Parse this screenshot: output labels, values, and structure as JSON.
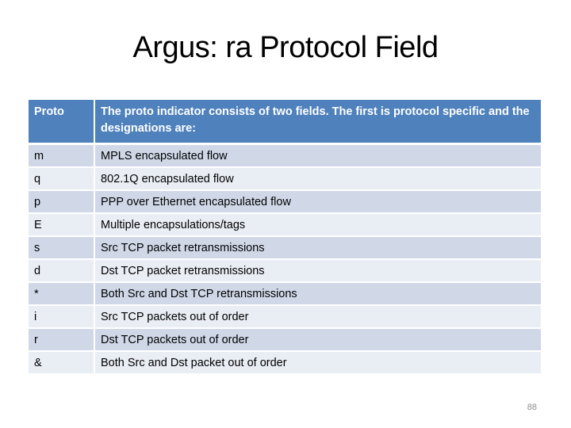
{
  "slide": {
    "title": "Argus: ra Protocol Field",
    "page_number": "88"
  },
  "table": {
    "headers": [
      "Proto",
      "The proto indicator consists of two fields. The first is protocol specific and the designations are:"
    ],
    "rows": [
      {
        "code": "m",
        "description": "MPLS encapsulated flow"
      },
      {
        "code": "q",
        "description": "802.1Q encapsulated flow"
      },
      {
        "code": "p",
        "description": "PPP over Ethernet encapsulated flow"
      },
      {
        "code": "E",
        "description": "Multiple encapsulations/tags"
      },
      {
        "code": "s",
        "description": "Src TCP packet retransmissions"
      },
      {
        "code": "d",
        "description": "Dst TCP packet retransmissions"
      },
      {
        "code": "*",
        "description": "Both Src and Dst TCP retransmissions"
      },
      {
        "code": "i",
        "description": "Src TCP packets out of order"
      },
      {
        "code": "r",
        "description": "Dst TCP packets out of order"
      },
      {
        "code": "&",
        "description": "Both Src and Dst packet out of order"
      }
    ]
  },
  "colors": {
    "header_bg": "#4f81bd",
    "row_odd_bg": "#d0d8e8",
    "row_even_bg": "#e9edf4"
  }
}
